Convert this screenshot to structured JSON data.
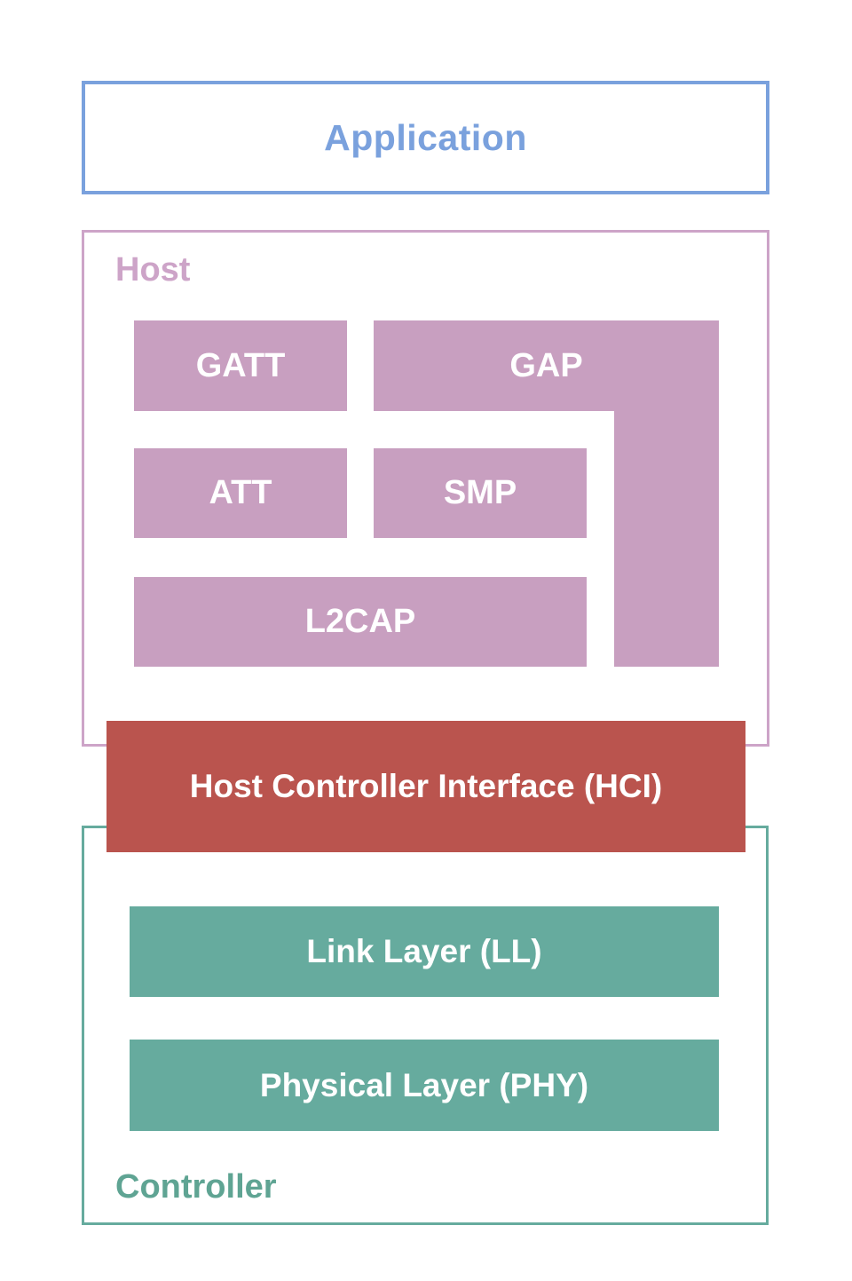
{
  "colors": {
    "background": "#ffffff",
    "blue": "#7aa1dd",
    "pink": "#c89fc0",
    "pink_border": "#cda4c8",
    "red": "#ba544e",
    "teal": "#66ab9e",
    "teal_text": "#5fa493",
    "block_text": "#ffffff"
  },
  "diagram": {
    "application": {
      "label": "Application"
    },
    "host": {
      "label": "Host",
      "blocks": {
        "gatt": "GATT",
        "gap": "GAP",
        "att": "ATT",
        "smp": "SMP",
        "l2cap": "L2CAP"
      }
    },
    "hci": {
      "label": "Host Controller Interface (HCI)"
    },
    "controller": {
      "label": "Controller",
      "blocks": {
        "link_layer": "Link Layer (LL)",
        "physical_layer": "Physical Layer (PHY)"
      }
    }
  }
}
